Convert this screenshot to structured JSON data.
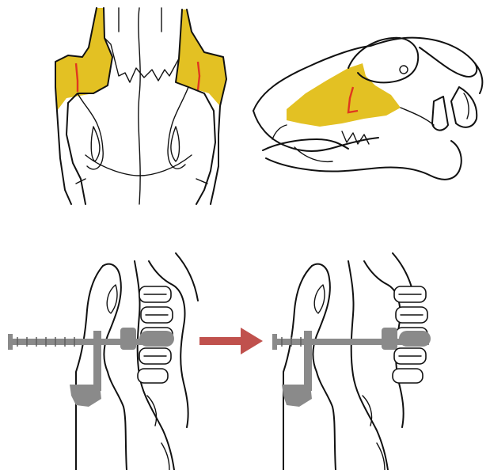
{
  "figure": {
    "panels": [
      {
        "id": "skull-dorsal",
        "view": "dorsal"
      },
      {
        "id": "skull-lateral",
        "view": "lateral"
      },
      {
        "id": "procedure-before",
        "stage": "before"
      },
      {
        "id": "procedure-after",
        "stage": "after"
      }
    ],
    "colors": {
      "highlight_region": "#e3c123",
      "cut_line": "#e0371f",
      "arrow": "#c0514d",
      "instrument": "#8a8a8a",
      "line_art": "#111111"
    },
    "icons": [
      "skull-dorsal-view",
      "skull-lateral-view",
      "distractor-device",
      "right-arrow-icon"
    ]
  }
}
